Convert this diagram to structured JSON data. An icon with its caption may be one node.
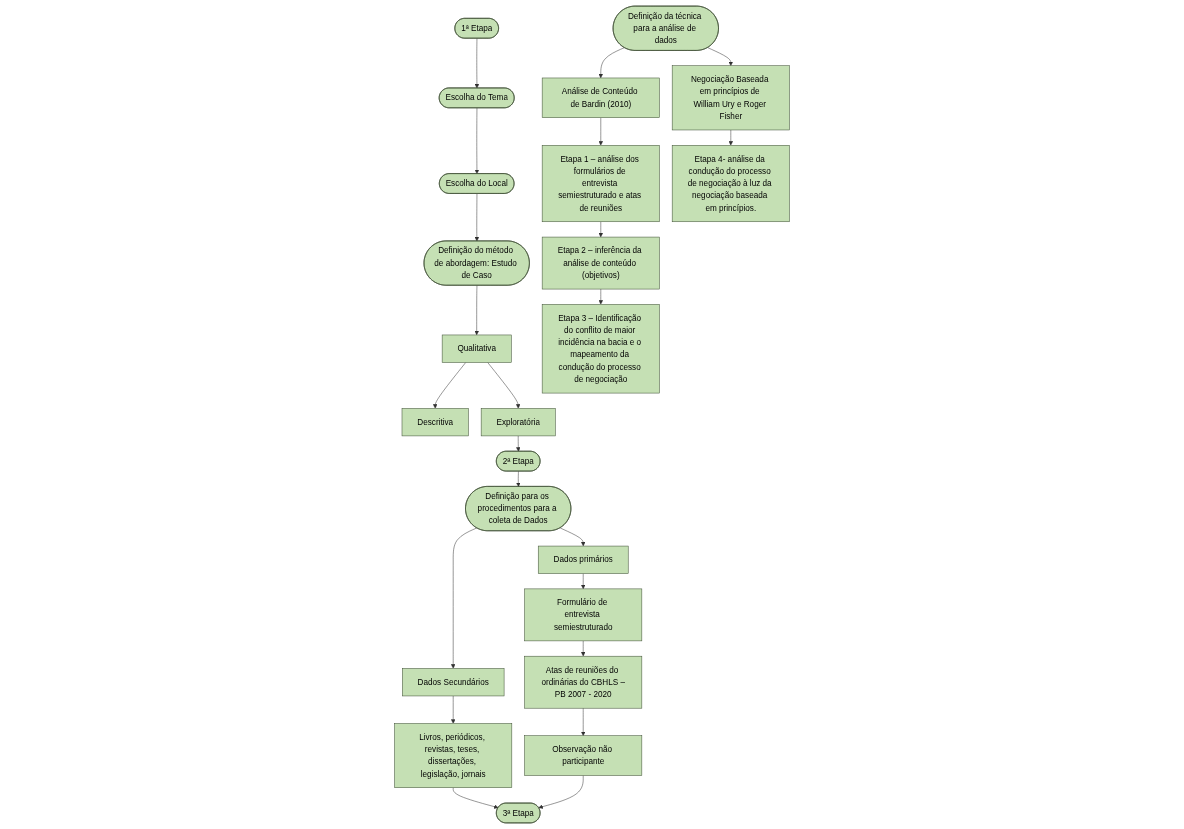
{
  "diagram": {
    "nodes": [
      {
        "text": [
          "1ª Etapa"
        ]
      },
      {
        "text": [
          "Escolha do Tema"
        ]
      },
      {
        "text": [
          "Escolha do Local"
        ]
      },
      {
        "text": [
          "Definição do método de abordagem: Estudo de Caso"
        ]
      },
      {
        "text": [
          "Qualitativa"
        ]
      },
      {
        "text": [
          "Descritiva"
        ]
      },
      {
        "text": [
          "Exploratória"
        ]
      },
      {
        "text": [
          "2ª Etapa"
        ]
      },
      {
        "text": [
          "Definição para os procedimentos para a coleta de Dados"
        ]
      },
      {
        "text": [
          "Dados primários"
        ]
      },
      {
        "text": [
          "Dados Secundários"
        ]
      },
      {
        "text": [
          "Formulário de entrevista semiestruturado"
        ]
      },
      {
        "text": [
          "Atas de reuniões do ordinárias do CBHLS –PB 2007 - 2020"
        ]
      },
      {
        "text": [
          "Livros, periódicos, revistas, teses, dissertações, legislação, jornais"
        ]
      },
      {
        "text": [
          "Observação não participante"
        ]
      },
      {
        "text": [
          "3ª Etapa"
        ]
      },
      {
        "text": [
          "Definição da técnica para a análise de dados"
        ]
      },
      {
        "text": [
          "Análise de Conteúdo de Bardin (2010)"
        ]
      },
      {
        "text": [
          "Negociação Baseada em princípios de William Ury e Roger Fisher"
        ]
      },
      {
        "text": [
          "Etapa 1 – análise dos formulários de entrevista semiestruturado e atas de reuniões"
        ]
      },
      {
        "text": [
          "Etapa 4- análise da condução do processo de negociação à luz da negociação baseada em princípios."
        ]
      },
      {
        "text": [
          "Etapa 2 – inferência da análise de conteúdo (objetivos)"
        ]
      },
      {
        "text": [
          "Etapa 3 – Identificação do conflito de maior incidência na bacia e o mapeamento da condução do processo de negociação"
        ]
      }
    ],
    "edges": [
      {
        "from": 0,
        "to": 1,
        "arrow": "to"
      },
      {
        "from": 1,
        "to": 2,
        "arrow": "to"
      },
      {
        "from": 2,
        "to": 3,
        "arrow": "to"
      },
      {
        "from": 3,
        "to": 4,
        "arrow": "to"
      },
      {
        "from": 4,
        "to": 5,
        "arrow": "to"
      },
      {
        "from": 4,
        "to": 6,
        "arrow": "to"
      },
      {
        "from": 6,
        "to": 7,
        "arrow": "to"
      },
      {
        "from": 7,
        "to": 8,
        "arrow": "to"
      },
      {
        "from": 8,
        "to": 9,
        "arrow": "to"
      },
      {
        "from": 8,
        "to": 10,
        "arrow": "to"
      },
      {
        "from": 9,
        "to": 11,
        "arrow": "to"
      },
      {
        "from": 11,
        "to": 12,
        "arrow": "to"
      },
      {
        "from": 12,
        "to": 14,
        "arrow": "to"
      },
      {
        "from": 10,
        "to": 13,
        "arrow": "to"
      },
      {
        "from": 13,
        "to": 15,
        "arrow": "to"
      },
      {
        "from": 14,
        "to": 15,
        "arrow": "to"
      },
      {
        "from": 16,
        "to": 17,
        "arrow": "to"
      },
      {
        "from": 16,
        "to": 18,
        "arrow": "to"
      },
      {
        "from": 17,
        "to": 19,
        "arrow": "to"
      },
      {
        "from": 19,
        "to": 21,
        "arrow": "to"
      },
      {
        "from": 21,
        "to": 22,
        "arrow": "to"
      },
      {
        "from": 18,
        "to": 20,
        "arrow": "to"
      }
    ]
  }
}
